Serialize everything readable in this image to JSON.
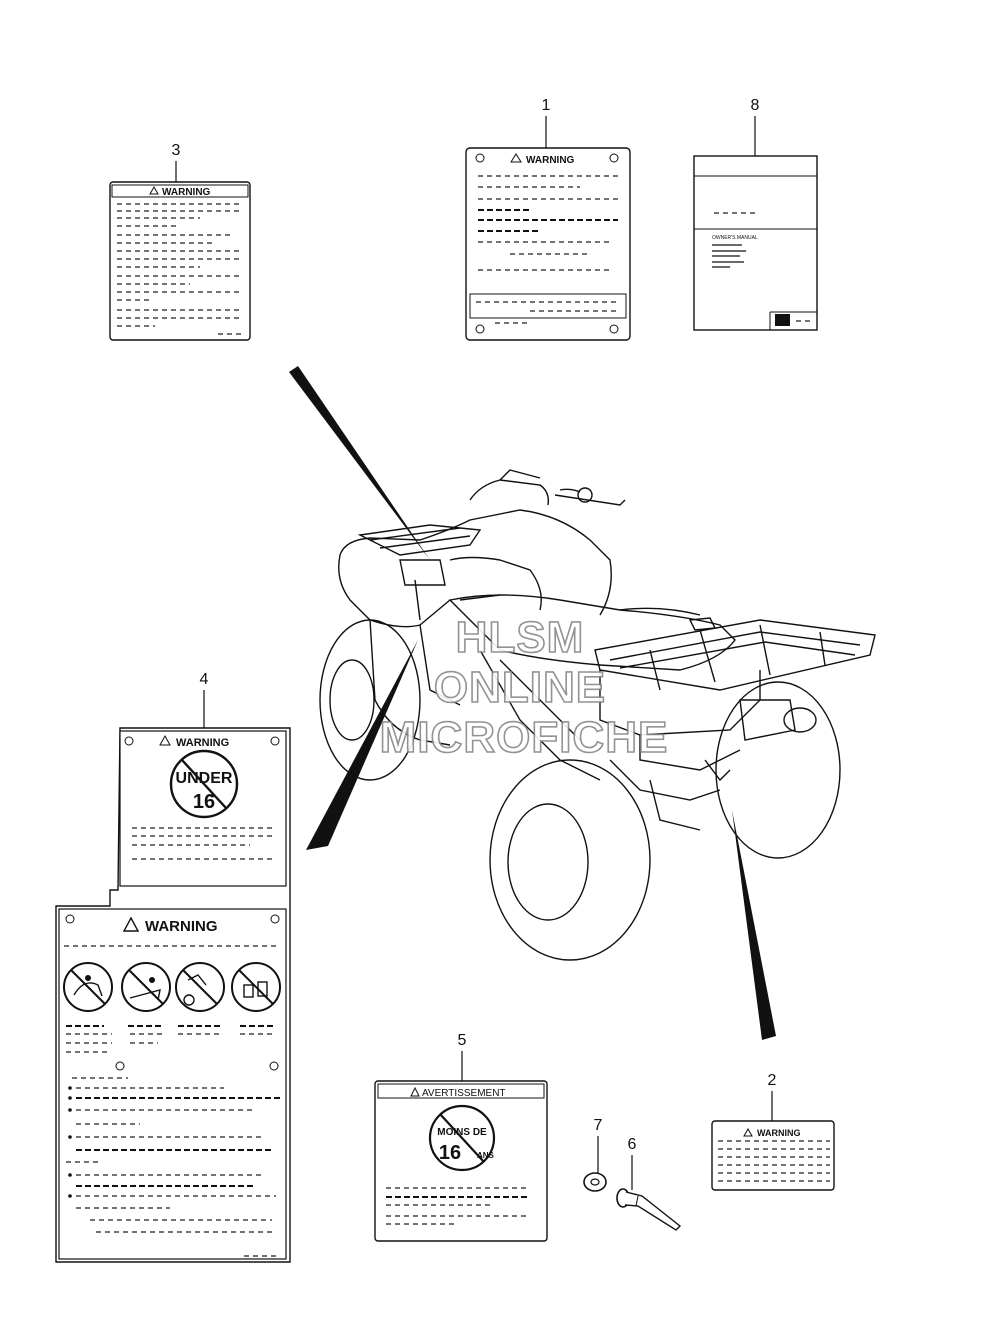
{
  "labels": {
    "warning": "WARNING",
    "avertissement": "AVERTISSEMENT",
    "owners_manual": "OWNER'S MANUAL"
  },
  "badges": {
    "under16_top": "UNDER",
    "under16_num": "16",
    "moins_top": "MOINS DE",
    "moins_num": "16",
    "moins_suffix": "ANS"
  },
  "callouts": {
    "c1": "1",
    "c2": "2",
    "c3": "3",
    "c4": "4",
    "c5": "5",
    "c6": "6",
    "c7": "7",
    "c8": "8"
  },
  "watermark": {
    "line1": "HLSM",
    "line2": "ONLINE",
    "line3": "MICROFICHE"
  },
  "icons": [
    "warning-triangle-icon",
    "no-passenger-icon",
    "no-drink-icon",
    "no-riding-icon",
    "no-stunt-icon",
    "book-icon"
  ]
}
